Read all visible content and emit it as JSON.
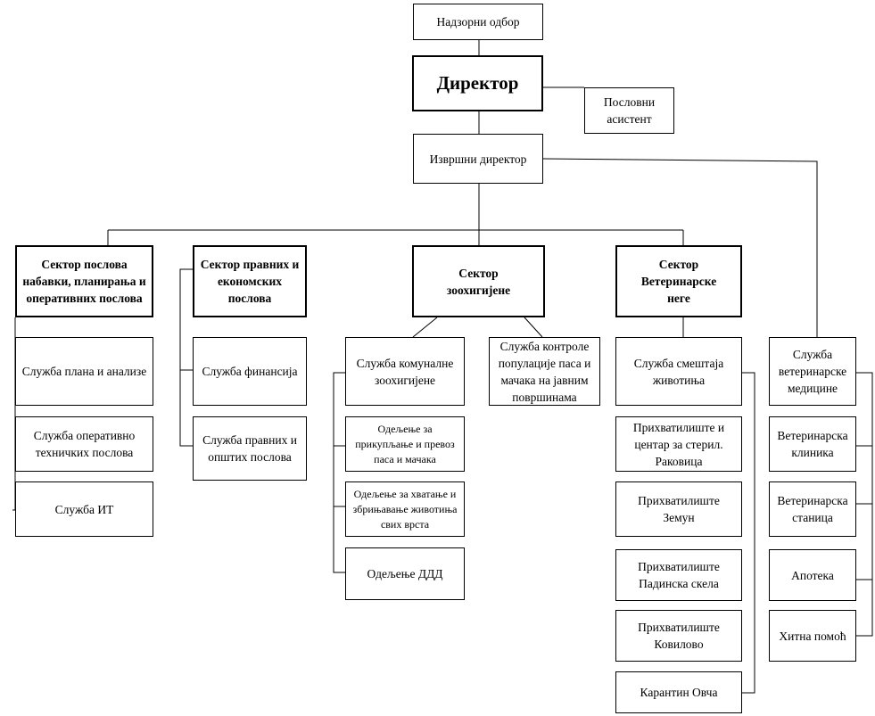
{
  "org": {
    "supervisory_board": "Надзорни одбор",
    "director": "Директор",
    "business_assistant": "Пословни асистент",
    "executive_director": "Извршни директор",
    "sectors": [
      {
        "title": "Сектор послова набавки, планирања и оперативних послова",
        "services": [
          "Служба плана и анализе",
          "Служба оперативно техничких послова",
          "Служба ИТ"
        ]
      },
      {
        "title": "Сектор правних и економских послова",
        "services": [
          "Служба финансија",
          "Служба правних и општих послова"
        ]
      },
      {
        "title": "Сектор зоохигијене",
        "services": [
          "Служба комуналне зоохигијене",
          "Служба контроле популације паса и мачака на јавним површинама"
        ],
        "departments": [
          "Одељење за прикупљање и превоз паса и мачака",
          "Одељење за хватање и збрињавање животиња свих врста",
          "Одељење ДДД"
        ]
      },
      {
        "title": "Сектор Ветеринарске неге",
        "services": [
          "Служба смештаја животиња"
        ],
        "units": [
          "Прихватилиште и центар за стерил. Раковица",
          "Прихватилиште Земун",
          "Прихватилиште Падинска скела",
          "Прихватилиште Ковилово",
          "Карантин Овча"
        ]
      }
    ],
    "vet_service": {
      "title": "Служба ветеринарске медицине",
      "units": [
        "Ветеринарска клиника",
        "Ветеринарска станица",
        "Апотека",
        "Хитна помоћ"
      ]
    }
  }
}
